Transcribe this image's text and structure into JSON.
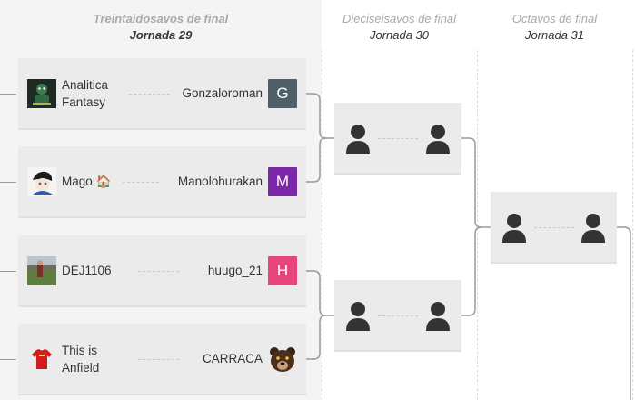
{
  "rounds": [
    {
      "name": "Treintaidosavos de final",
      "day": "Jornada 29"
    },
    {
      "name": "Dieciseisavos de final",
      "day": "Jornada 30"
    },
    {
      "name": "Octavos de final",
      "day": "Jornada 31"
    }
  ],
  "matches_r1": [
    {
      "home": {
        "name_lines": [
          "Analitica",
          "Fantasy"
        ],
        "avatar": "analitica-logo"
      },
      "away": {
        "name": "Gonzaloroman",
        "letter": "G",
        "color": "#4e5f68"
      }
    },
    {
      "home": {
        "name": "Mago 🏠",
        "avatar": "anime-character-avatar"
      },
      "away": {
        "name": "Manolohurakan",
        "letter": "M",
        "color": "#7b27a8"
      }
    },
    {
      "home": {
        "name": "DEJ1106",
        "avatar": "field-photo-avatar"
      },
      "away": {
        "name": "huugo_21",
        "letter": "H",
        "color": "#e8457a"
      }
    },
    {
      "home": {
        "name_lines": [
          "This is",
          "Anfield"
        ],
        "avatar": "red-shirt-icon"
      },
      "away": {
        "name": "CARRACA",
        "avatar": "bear-avatar"
      }
    }
  ],
  "colors": {
    "connector": "#999999",
    "match_bg": "#ebebeb",
    "placeholder_person": "#333333"
  }
}
